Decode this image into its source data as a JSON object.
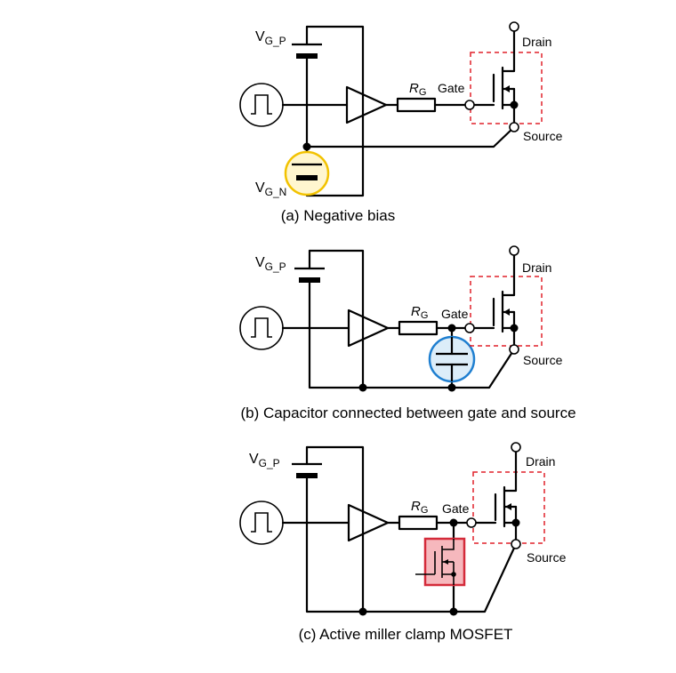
{
  "diagram": {
    "colors": {
      "wire": "#000000",
      "mosfet_box": "#e0202a",
      "negative_bias_highlight": "#f2c200",
      "negative_bias_fill": "#fff6cf",
      "capacitor_highlight": "#1f7fd0",
      "capacitor_fill": "#dcedf9",
      "clamp_highlight": "#d42b3a",
      "clamp_fill": "#f6b8bd"
    },
    "panels": [
      {
        "id": "a",
        "caption": "(a) Negative bias",
        "vgp_label": {
          "main": "V",
          "sub": "G_P"
        },
        "vgn_label": {
          "main": "V",
          "sub": "G_N"
        },
        "rg_label": {
          "main": "R",
          "sub": "G"
        },
        "gate_label": "Gate",
        "drain_label": "Drain",
        "source_label": "Source",
        "highlight": "negative-bias-supply"
      },
      {
        "id": "b",
        "caption": "(b) Capacitor connected between gate and source",
        "vgp_label": {
          "main": "V",
          "sub": "G_P"
        },
        "rg_label": {
          "main": "R",
          "sub": "G"
        },
        "gate_label": "Gate",
        "drain_label": "Drain",
        "source_label": "Source",
        "highlight": "gate-source-capacitor"
      },
      {
        "id": "c",
        "caption": "(c) Active miller clamp MOSFET",
        "vgp_label": {
          "main": "V",
          "sub": "G_P"
        },
        "rg_label": {
          "main": "R",
          "sub": "G"
        },
        "gate_label": "Gate",
        "drain_label": "Drain",
        "source_label": "Source",
        "highlight": "miller-clamp-mosfet"
      }
    ]
  }
}
